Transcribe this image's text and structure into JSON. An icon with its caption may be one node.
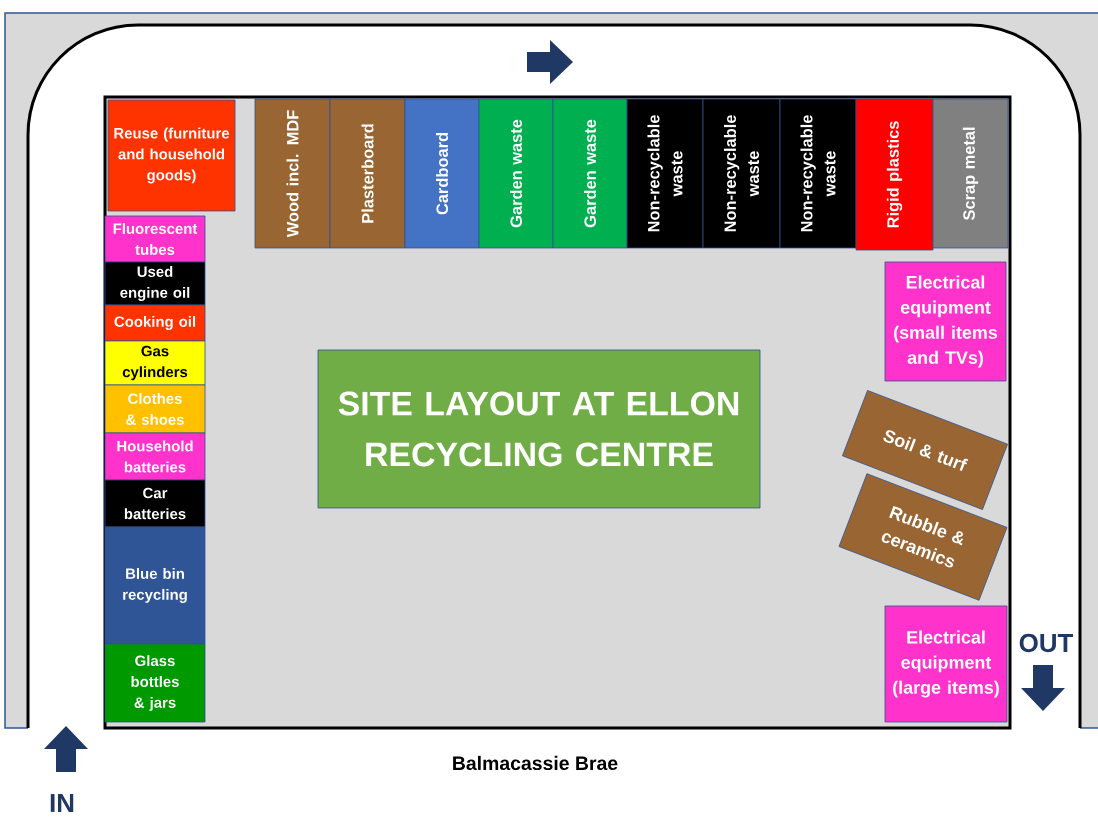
{
  "diagram": {
    "nodes": [
      {
        "text": [
          "Reuse (furniture and household goods)"
        ]
      },
      {
        "text": [
          "Wood incl. MDF"
        ]
      },
      {
        "text": [
          "Plasterboard"
        ]
      },
      {
        "text": [
          "Cardboard"
        ]
      },
      {
        "text": [
          "Garden waste"
        ]
      },
      {
        "text": [
          "Garden waste"
        ]
      },
      {
        "text": [
          "Non-recyclable waste"
        ]
      },
      {
        "text": [
          "Non-recyclable waste"
        ]
      },
      {
        "text": [
          "Non-recyclable waste"
        ]
      },
      {
        "text": [
          "Rigid plastics"
        ]
      },
      {
        "text": [
          "Scrap metal"
        ]
      },
      {
        "text": [
          "Fluorescent tubes"
        ]
      },
      {
        "text": [
          "Used engine oil"
        ]
      },
      {
        "text": [
          "Cooking oil"
        ]
      },
      {
        "text": [
          "Gas cylinders"
        ]
      },
      {
        "text": [
          "Clothes & shoes"
        ]
      },
      {
        "text": [
          "Household batteries"
        ]
      },
      {
        "text": [
          "Car batteries"
        ]
      },
      {
        "text": [
          "Blue bin recycling"
        ]
      },
      {
        "text": [
          "Glass bottles & jars"
        ]
      },
      {
        "text": [
          "SITE LAYOUT AT ELLON RECYCLING CENTRE"
        ]
      },
      {
        "text": [
          "Electrical equipment (small items and TVs)"
        ]
      },
      {
        "text": [
          "Soil & turf"
        ]
      },
      {
        "text": [
          "Rubble & ceramics"
        ]
      },
      {
        "text": [
          "Electrical equipment (large items)"
        ]
      }
    ],
    "labels": [
      "OUT",
      "Balmacassie Brae",
      "IN"
    ]
  }
}
